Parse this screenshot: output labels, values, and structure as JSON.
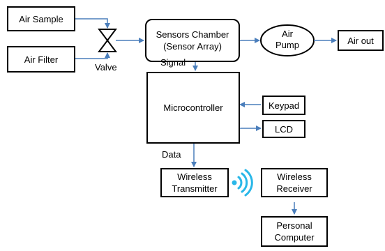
{
  "colors": {
    "arrow": "#4a7ebb",
    "border": "#000000",
    "wireless": "#29b7e8"
  },
  "nodes": {
    "air_sample": "Air Sample",
    "air_filter": "Air Filter",
    "sensors_chamber": [
      "Sensors Chamber",
      "(Sensor Array)"
    ],
    "air_pump": [
      "Air",
      "Pump"
    ],
    "air_out": "Air out",
    "microcontroller": "Microcontroller",
    "keypad": "Keypad",
    "lcd": "LCD",
    "wireless_transmitter": [
      "Wireless",
      "Transmitter"
    ],
    "wireless_receiver": [
      "Wireless",
      "Receiver"
    ],
    "personal_computer": [
      "Personal",
      "Computer"
    ]
  },
  "labels": {
    "valve": "Valve",
    "signal": "Signal",
    "data": "Data"
  },
  "icons": {
    "valve": "valve-icon",
    "wireless": "wireless-signal-icon"
  }
}
